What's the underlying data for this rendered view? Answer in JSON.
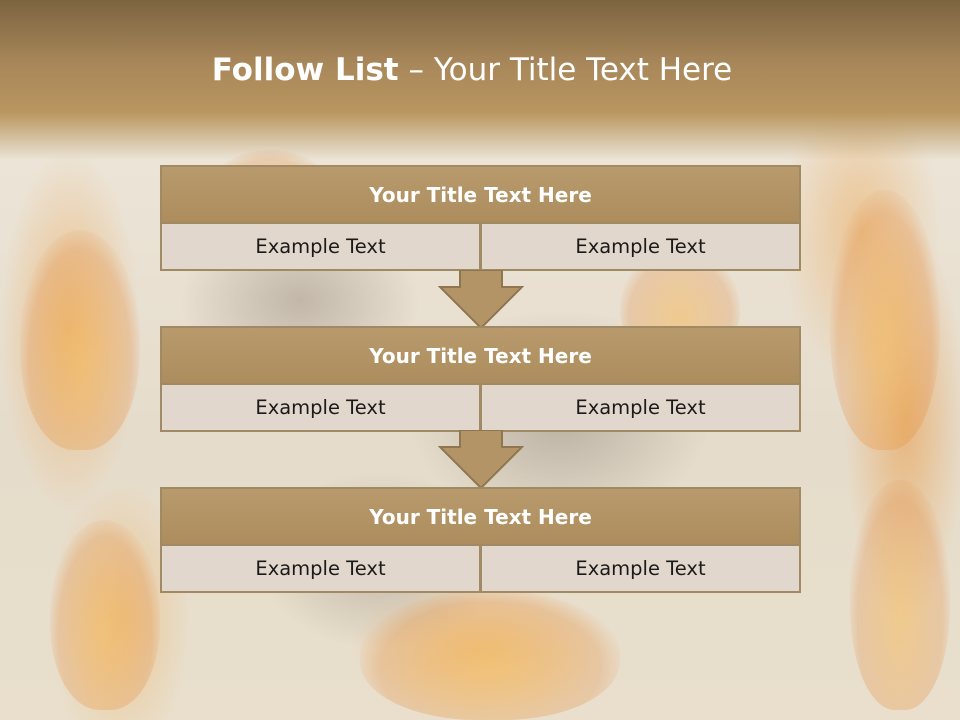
{
  "slide": {
    "title_bold": "Follow List",
    "title_rest": " – Your Title Text Here"
  },
  "blocks": [
    {
      "title": "Your Title Text Here",
      "left": "Example Text",
      "right": "Example Text"
    },
    {
      "title": "Your Title Text Here",
      "left": "Example Text",
      "right": "Example Text"
    },
    {
      "title": "Your Title Text Here",
      "left": "Example Text",
      "right": "Example Text"
    }
  ],
  "colors": {
    "header_band": "#a8875a",
    "block_title_fill": "#b89a6c",
    "block_cell_fill": "#e2d7cc",
    "arrow_fill": "#b39466"
  }
}
